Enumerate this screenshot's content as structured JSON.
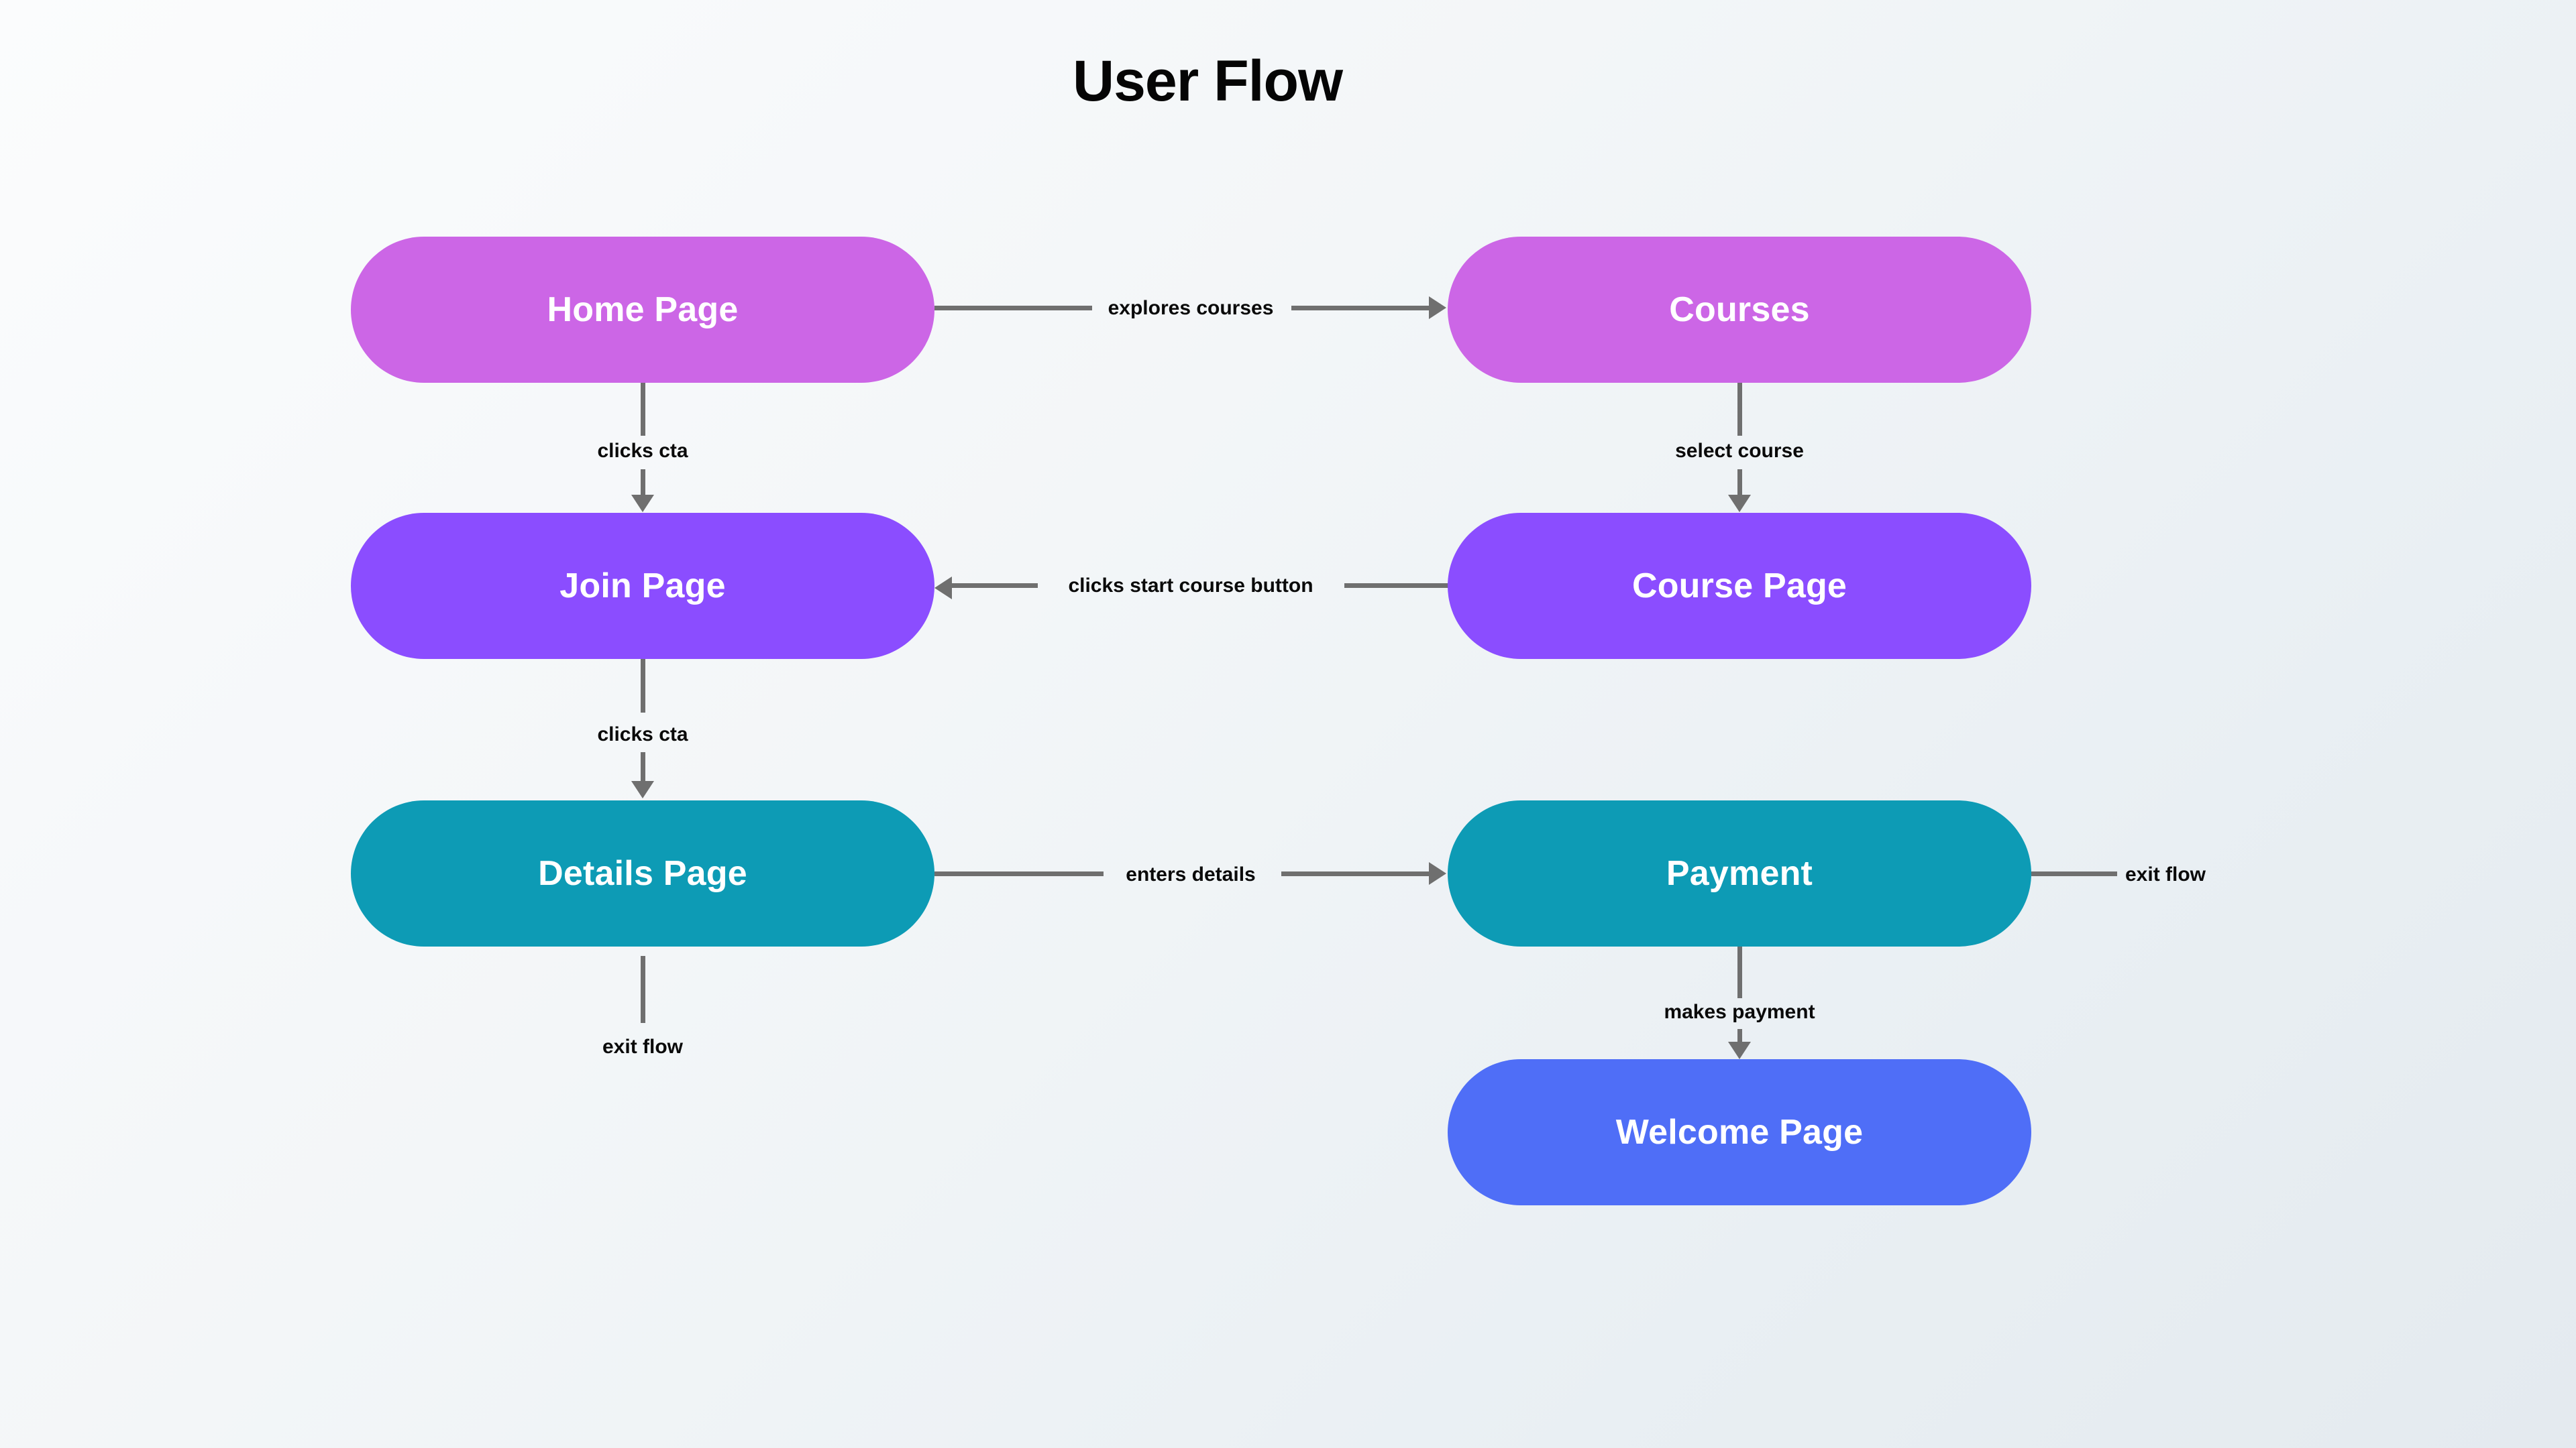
{
  "diagram": {
    "title": "User Flow",
    "background": {
      "from": "#fbfcfd",
      "to": "#e4eaef"
    },
    "edge_color": "#6f6f6f",
    "node_text_color": "#ffffff",
    "nodes": [
      {
        "id": "home-page",
        "label": "Home Page",
        "color": "#cc66e6",
        "column": "left",
        "row": 1
      },
      {
        "id": "courses",
        "label": "Courses",
        "color": "#cc66e6",
        "column": "right",
        "row": 1
      },
      {
        "id": "join-page",
        "label": "Join Page",
        "color": "#8b4dff",
        "column": "left",
        "row": 2
      },
      {
        "id": "course-page",
        "label": "Course Page",
        "color": "#8b4dff",
        "column": "right",
        "row": 2
      },
      {
        "id": "details-page",
        "label": "Details Page",
        "color": "#0d9bb5",
        "column": "left",
        "row": 3
      },
      {
        "id": "payment",
        "label": "Payment",
        "color": "#0d9bb5",
        "column": "right",
        "row": 3
      },
      {
        "id": "welcome-page",
        "label": "Welcome Page",
        "color": "#4f6ef7",
        "column": "right",
        "row": 4
      }
    ],
    "edges": [
      {
        "id": "home-to-courses",
        "label": "explores courses",
        "from": "home-page",
        "to": "courses",
        "direction": "right"
      },
      {
        "id": "home-to-join",
        "label": "clicks cta",
        "from": "home-page",
        "to": "join-page",
        "direction": "down"
      },
      {
        "id": "courses-to-course-page",
        "label": "select course",
        "from": "courses",
        "to": "course-page",
        "direction": "down"
      },
      {
        "id": "course-page-to-join",
        "label": "clicks start course button",
        "from": "course-page",
        "to": "join-page",
        "direction": "left"
      },
      {
        "id": "join-to-details",
        "label": "clicks cta",
        "from": "join-page",
        "to": "details-page",
        "direction": "down"
      },
      {
        "id": "details-to-payment",
        "label": "enters details",
        "from": "details-page",
        "to": "payment",
        "direction": "right"
      },
      {
        "id": "details-exit",
        "label": "exit flow",
        "from": "details-page",
        "to": null,
        "direction": "down"
      },
      {
        "id": "payment-exit",
        "label": "exit flow",
        "from": "payment",
        "to": null,
        "direction": "right"
      },
      {
        "id": "payment-to-welcome",
        "label": "makes payment",
        "from": "payment",
        "to": "welcome-page",
        "direction": "down"
      }
    ]
  }
}
